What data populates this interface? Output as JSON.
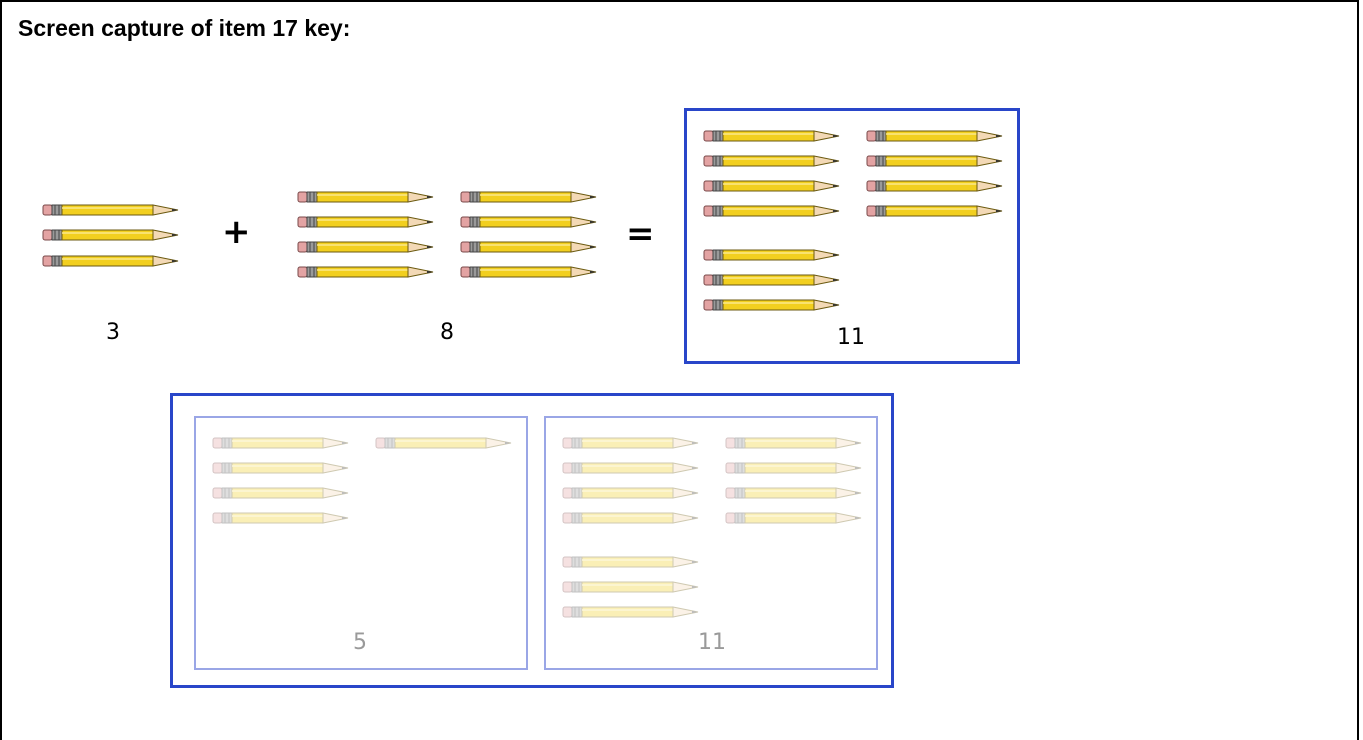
{
  "title": "Screen capture of item 17 key:",
  "equation": {
    "addend_1": "3",
    "plus": "+",
    "addend_2": "8",
    "equals": "=",
    "answer": "11"
  },
  "choices": [
    {
      "label": "5",
      "pencil_count": 5,
      "state": "faded"
    },
    {
      "label": "11",
      "pencil_count": 11,
      "state": "faded"
    }
  ],
  "colors": {
    "pencil_body": "#f2cf1f",
    "box_border": "#2946c9",
    "choice_border": "#9aa6e6",
    "faded_text": "#9a9a9a"
  },
  "icons": [
    "pencil-icon"
  ]
}
